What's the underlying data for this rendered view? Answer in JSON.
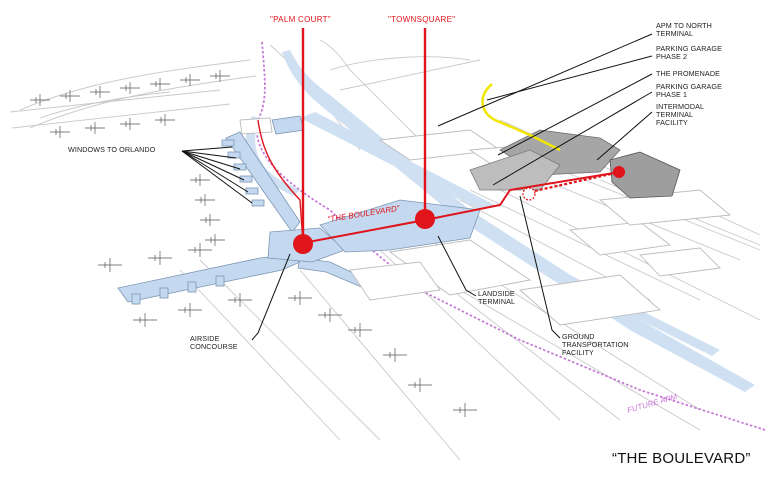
{
  "labels": {
    "palm_court": "\"PALM COURT\"",
    "townsquare": "\"TOWNSQUARE\"",
    "the_boulevard_inline": "\"THE BOULEVARD\"",
    "windows_to_orlando": "WINDOWS TO ORLANDO",
    "apm_to_north_terminal": [
      "APM TO NORTH",
      "TERMINAL"
    ],
    "parking_garage_phase_2": [
      "PARKING GARAGE",
      "PHASE 2"
    ],
    "the_promenade": "THE PROMENADE",
    "parking_garage_phase_1": [
      "PARKING GARAGE",
      "PHASE 1"
    ],
    "intermodal_terminal_facility": [
      "INTERMODAL",
      "TERMINAL",
      "FACILITY"
    ],
    "landside_terminal": [
      "LANDSIDE",
      "TERMINAL"
    ],
    "ground_transportation_facility": [
      "GROUND",
      "TRANSPORTATION",
      "FACILITY"
    ],
    "airside_concourse": [
      "AIRSIDE",
      "CONCOURSE"
    ],
    "future_apm": "FUTURE APM"
  },
  "caption": "“THE BOULEVARD”",
  "colors": {
    "accent_red": "#e0141b",
    "concourse_blue": "#c4d9ef",
    "water_blue": "#cfe0f2",
    "future_apm_pink": "#c77ad6",
    "apm_yellow": "#f2e600",
    "intermodal_grey": "#9e9e9e"
  }
}
